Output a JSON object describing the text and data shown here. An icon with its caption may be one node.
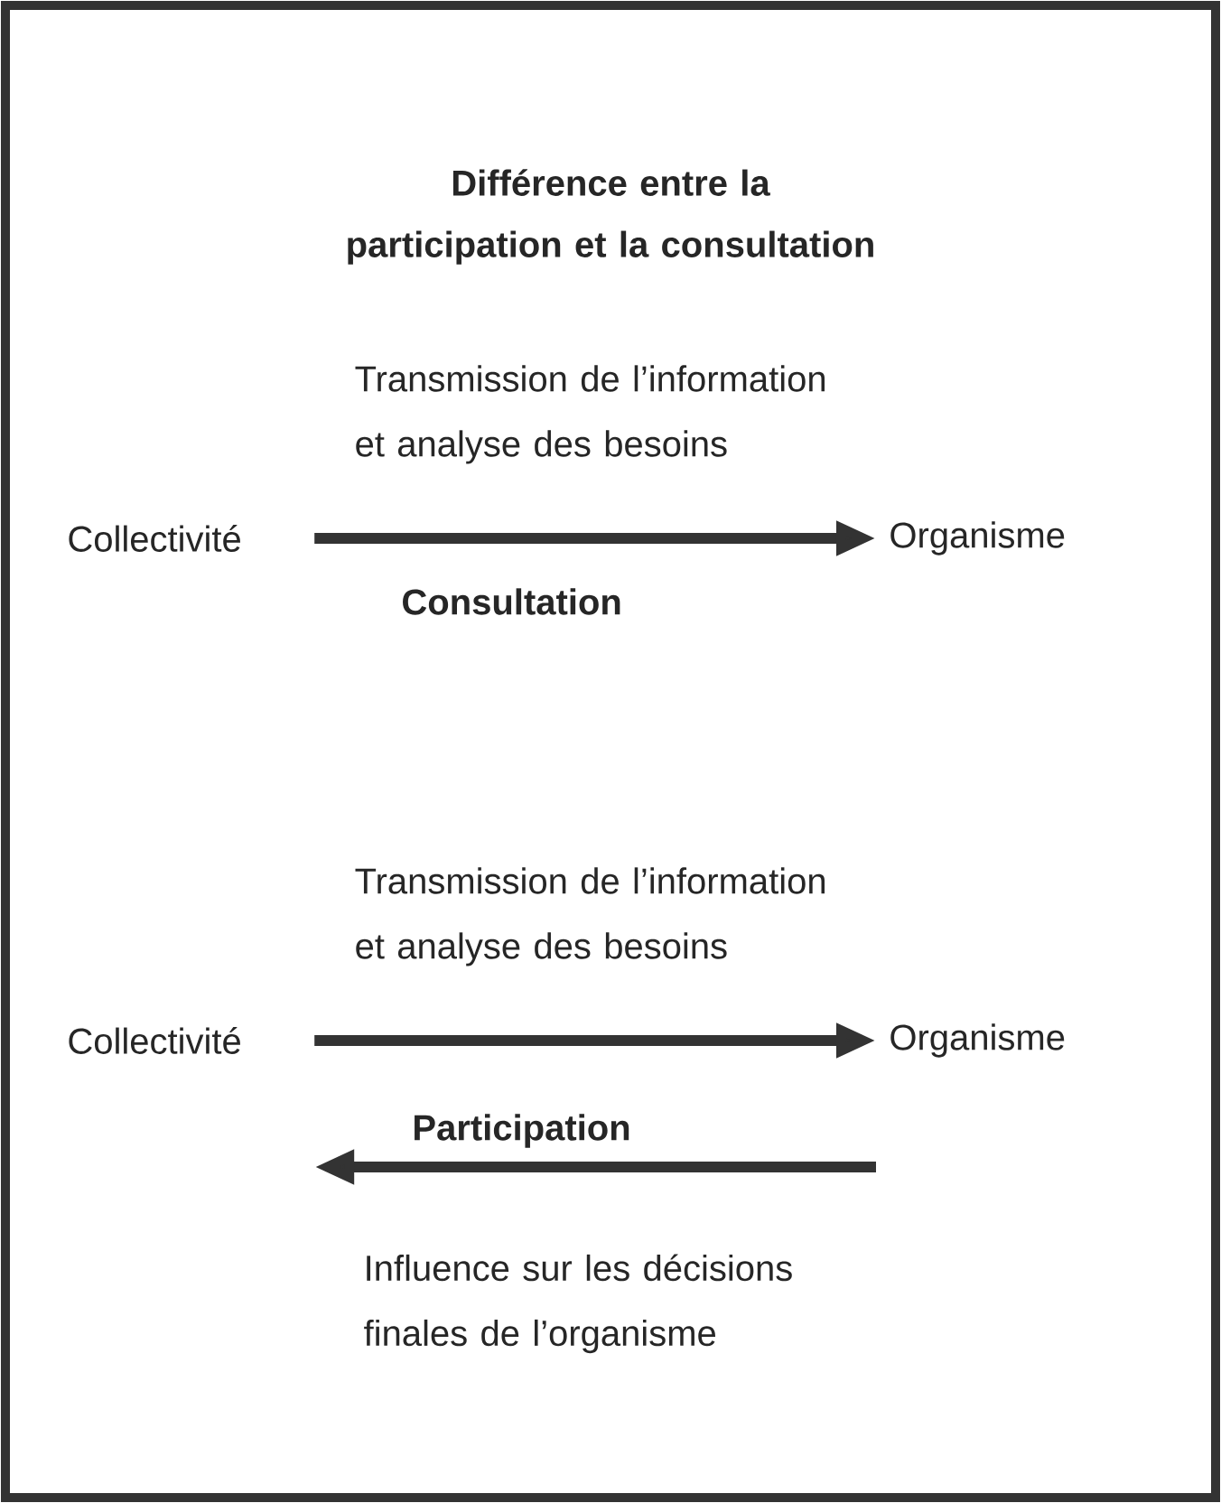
{
  "diagram": {
    "title": "Différence entre la participation et la consultation",
    "nodes": [
      {
        "text": [
          "Collectivité"
        ]
      },
      {
        "text": [
          "Organisme"
        ]
      },
      {
        "text": [
          "Collectivité"
        ]
      },
      {
        "text": [
          "Organisme"
        ]
      }
    ],
    "edges": [
      {
        "from": 0,
        "to": 1,
        "arrow": "to",
        "label": "Transmission de l’information et analyse des besoins"
      },
      {
        "from": 2,
        "to": 3,
        "arrow": "to",
        "label": "Transmission de l’information et analyse des besoins"
      },
      {
        "from": 3,
        "to": 2,
        "arrow": "to",
        "label": "Influence sur les décisions finales de l’organisme"
      }
    ],
    "labels": [
      "Consultation",
      "Participation"
    ]
  }
}
